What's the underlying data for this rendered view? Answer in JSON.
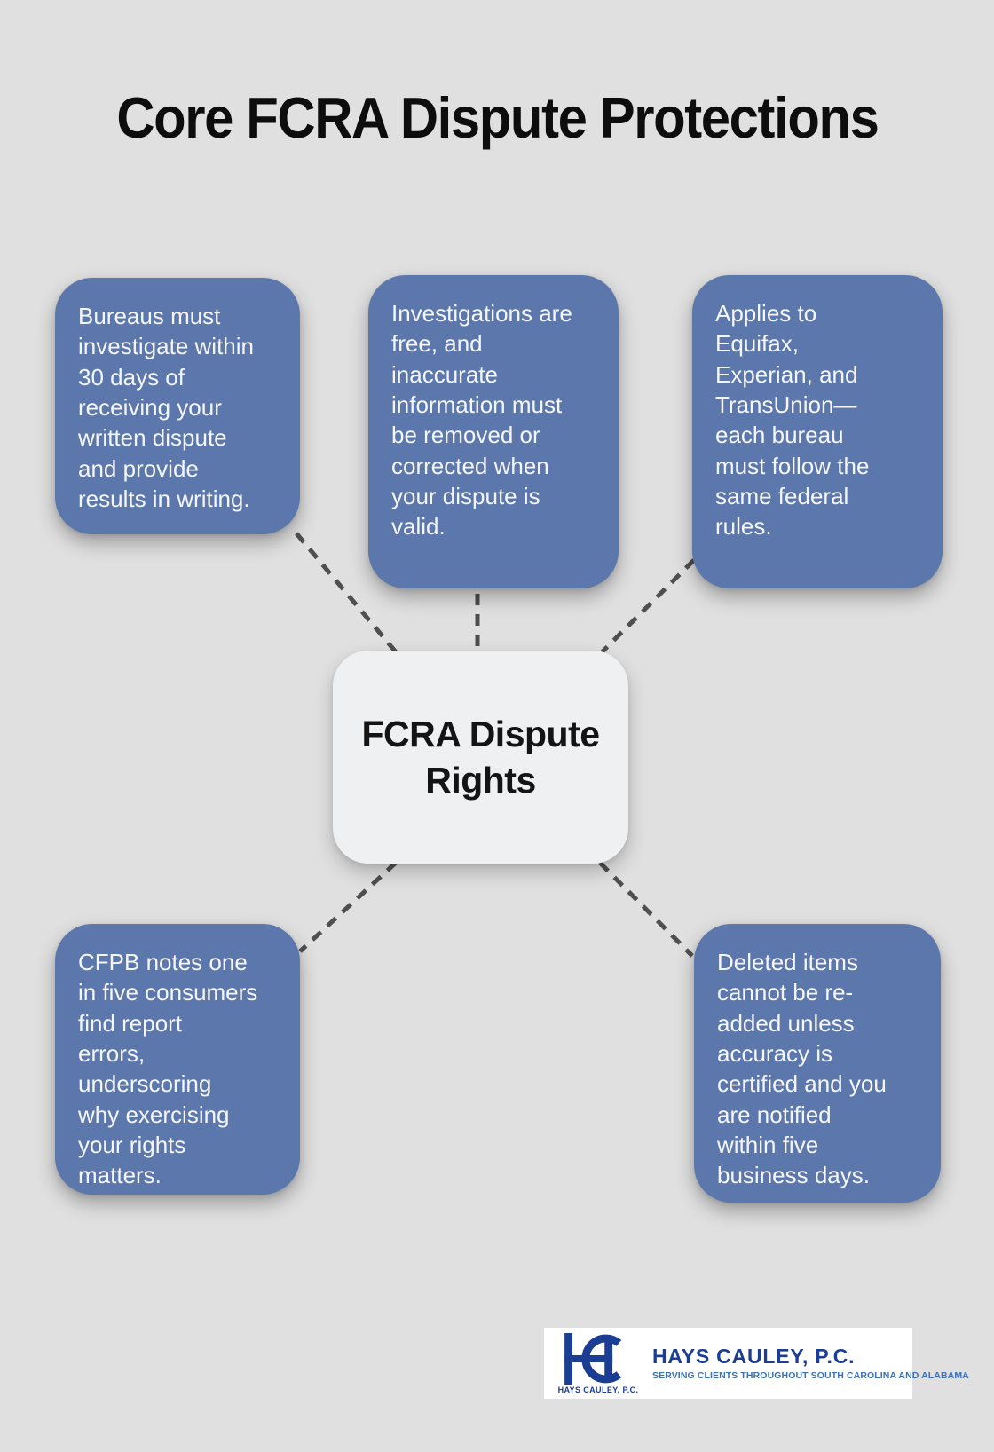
{
  "page": {
    "title": "Core FCRA Dispute Protections",
    "background_color": "#e0e0e0"
  },
  "center_node": {
    "label": "FCRA Dispute\nRights"
  },
  "cards": [
    {
      "id": "investigation-deadline",
      "text": "Bureaus must\ninvestigate within\n30 days of\nreceiving your\nwritten dispute\nand provide\nresults in writing."
    },
    {
      "id": "free-investigations",
      "text": "Investigations are\nfree, and\ninaccurate\ninformation must\nbe removed or\ncorrected when\nyour dispute is\nvalid."
    },
    {
      "id": "applies-to-bureaus",
      "text": "Applies to\nEquifax,\nExperian, and\nTransUnion—\neach bureau\nmust follow the\nsame federal\nrules."
    },
    {
      "id": "cfpb-error-stat",
      "text": "CFPB notes one\nin five consumers\nfind report\nerrors,\nunderscoring\nwhy exercising\nyour rights\nmatters."
    },
    {
      "id": "reinsertion-protection",
      "text": "Deleted items\ncannot be re-\nadded unless\naccuracy is\ncertified and you\nare notified\nwithin five\nbusiness days."
    }
  ],
  "colors": {
    "card_blue": "#5c77ab",
    "card_text": "#f4f6f9",
    "center_bg": "#eff0f2",
    "connector_gray": "#4f4f4f",
    "title_text": "#0d0d0d",
    "logo_navy": "#1b3e94",
    "logo_tagline_blue": "#3a71b8",
    "logo_panel_bg": "#ffffff"
  },
  "logo": {
    "monogram_icon": "hc-monogram",
    "name": "HAYS CAULEY, P.C.",
    "tagline": "SERVING CLIENTS THROUGHOUT SOUTH CAROLINA AND ALABAMA",
    "caption": "HAYS CAULEY, P.C."
  }
}
